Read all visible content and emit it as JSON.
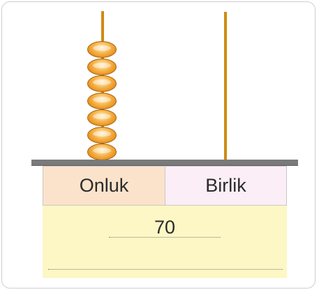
{
  "abacus": {
    "tens_label": "Onluk",
    "ones_label": "Birlik",
    "tens_beads": 7,
    "ones_beads": 0,
    "bead_color": "#f2a33a",
    "rod_color": "#d08a12",
    "base_color": "#7a7a7a"
  },
  "answer": {
    "value": "70"
  },
  "colors": {
    "tens_cell_bg": "#fbe3cb",
    "ones_cell_bg": "#fbeef6",
    "answer_bg": "#fdf7c5"
  }
}
